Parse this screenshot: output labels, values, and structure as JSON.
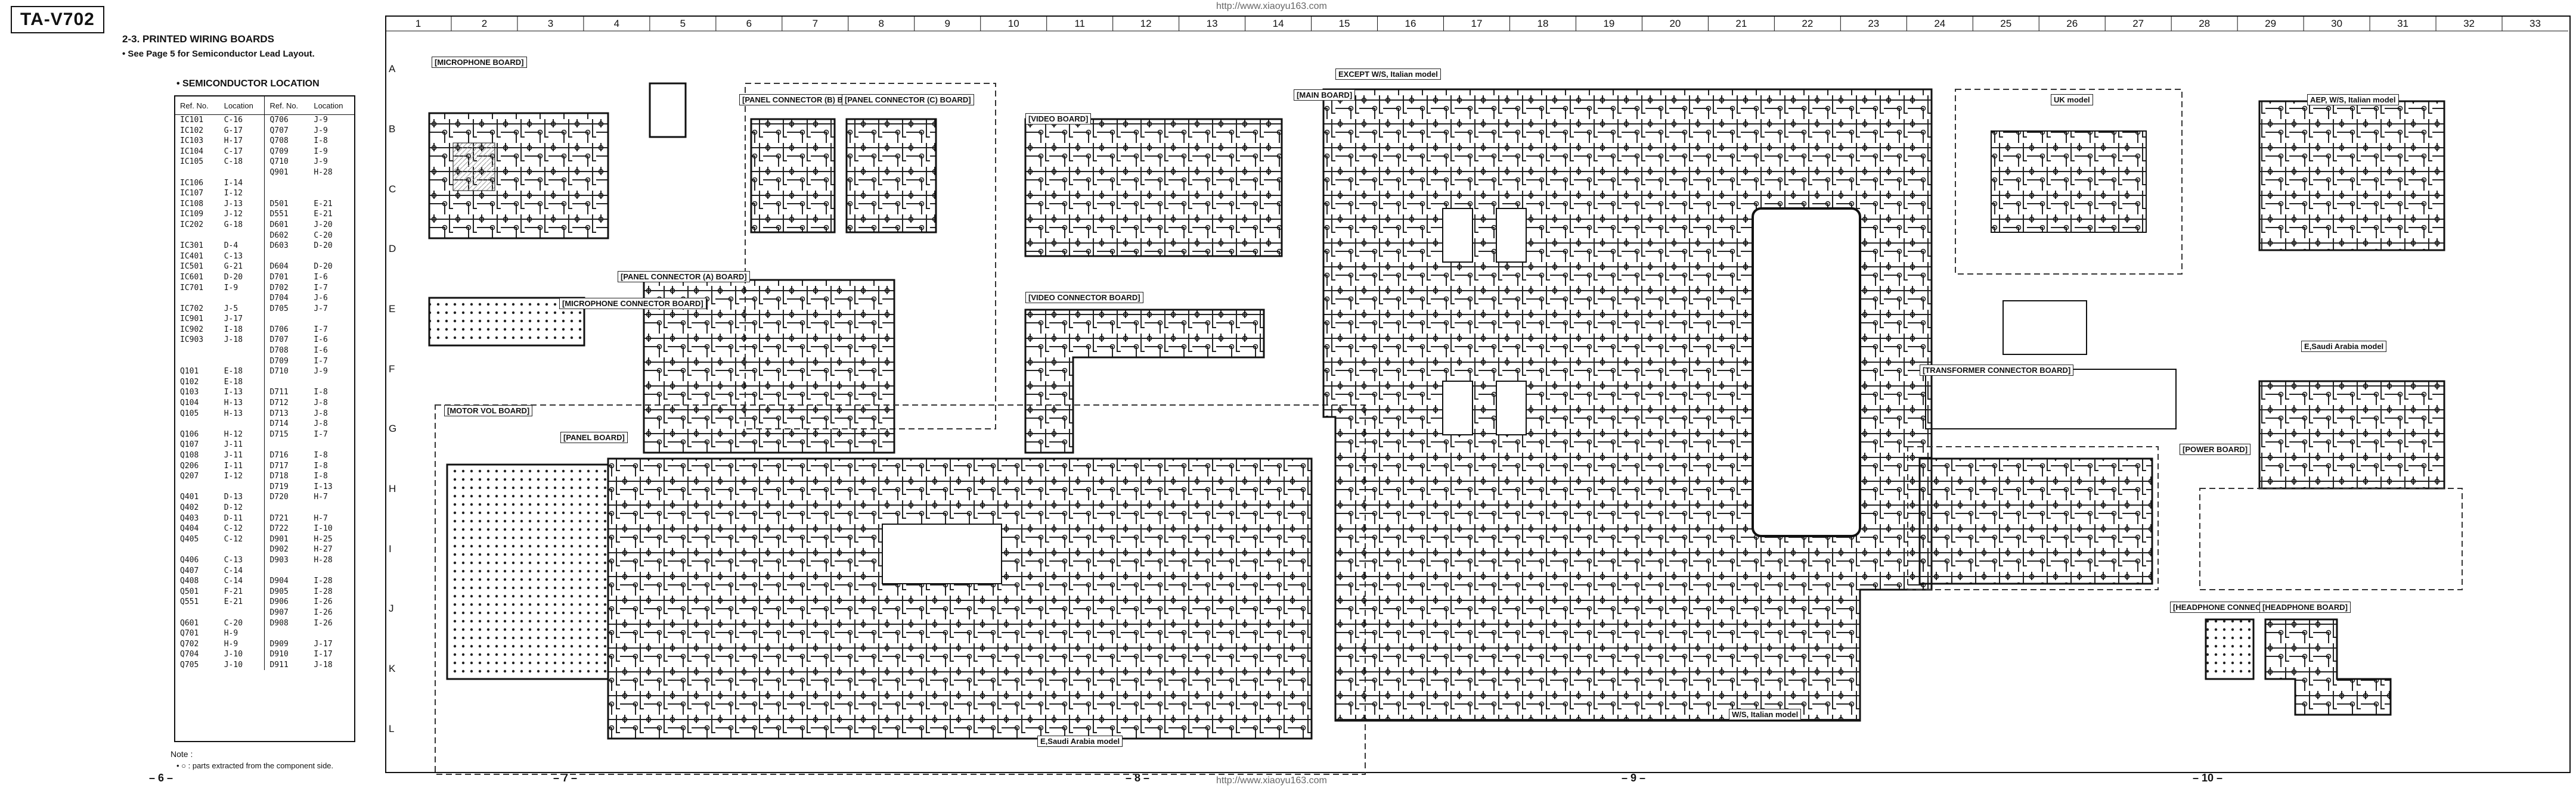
{
  "header": {
    "model": "TA-V702",
    "section_title": "2-3. PRINTED WIRING BOARDS",
    "section_note": "• See Page 5 for Semiconductor Lead Layout."
  },
  "semiconductor": {
    "title": "• SEMICONDUCTOR LOCATION",
    "columns": [
      "Ref. No.",
      "Location",
      "Ref. No.",
      "Location"
    ],
    "rows": [
      [
        "IC101",
        "C-16",
        "Q706",
        "J-9"
      ],
      [
        "IC102",
        "G-17",
        "Q707",
        "J-9"
      ],
      [
        "IC103",
        "H-17",
        "Q708",
        "I-8"
      ],
      [
        "IC104",
        "C-17",
        "Q709",
        "I-9"
      ],
      [
        "IC105",
        "C-18",
        "Q710",
        "J-9"
      ],
      [
        "",
        "",
        "Q901",
        "H-28"
      ],
      [
        "IC106",
        "I-14",
        "",
        ""
      ],
      [
        "IC107",
        "I-12",
        "",
        ""
      ],
      [
        "IC108",
        "J-13",
        "D501",
        "E-21"
      ],
      [
        "IC109",
        "J-12",
        "D551",
        "E-21"
      ],
      [
        "IC202",
        "G-18",
        "D601",
        "J-20"
      ],
      [
        "",
        "",
        "D602",
        "C-20"
      ],
      [
        "IC301",
        "D-4",
        "D603",
        "D-20"
      ],
      [
        "IC401",
        "C-13",
        "",
        ""
      ],
      [
        "IC501",
        "G-21",
        "D604",
        "D-20"
      ],
      [
        "IC601",
        "D-20",
        "D701",
        "I-6"
      ],
      [
        "IC701",
        "I-9",
        "D702",
        "I-7"
      ],
      [
        "",
        "",
        "D704",
        "J-6"
      ],
      [
        "IC702",
        "J-5",
        "D705",
        "J-7"
      ],
      [
        "IC901",
        "J-17",
        "",
        ""
      ],
      [
        "IC902",
        "I-18",
        "D706",
        "I-7"
      ],
      [
        "IC903",
        "J-18",
        "D707",
        "I-6"
      ],
      [
        "",
        "",
        "D708",
        "I-6"
      ],
      [
        "",
        "",
        "D709",
        "I-7"
      ],
      [
        "Q101",
        "E-18",
        "D710",
        "J-9"
      ],
      [
        "Q102",
        "E-18",
        "",
        ""
      ],
      [
        "Q103",
        "I-13",
        "D711",
        "I-8"
      ],
      [
        "Q104",
        "H-13",
        "D712",
        "J-8"
      ],
      [
        "Q105",
        "H-13",
        "D713",
        "J-8"
      ],
      [
        "",
        "",
        "D714",
        "J-8"
      ],
      [
        "Q106",
        "H-12",
        "D715",
        "I-7"
      ],
      [
        "Q107",
        "J-11",
        "",
        ""
      ],
      [
        "Q108",
        "J-11",
        "D716",
        "I-8"
      ],
      [
        "Q206",
        "I-11",
        "D717",
        "I-8"
      ],
      [
        "Q207",
        "I-12",
        "D718",
        "I-8"
      ],
      [
        "",
        "",
        "D719",
        "I-13"
      ],
      [
        "Q401",
        "D-13",
        "D720",
        "H-7"
      ],
      [
        "Q402",
        "D-12",
        "",
        ""
      ],
      [
        "Q403",
        "D-11",
        "D721",
        "H-7"
      ],
      [
        "Q404",
        "C-12",
        "D722",
        "I-10"
      ],
      [
        "Q405",
        "C-12",
        "D901",
        "H-25"
      ],
      [
        "",
        "",
        "D902",
        "H-27"
      ],
      [
        "Q406",
        "C-13",
        "D903",
        "H-28"
      ],
      [
        "Q407",
        "C-14",
        "",
        ""
      ],
      [
        "Q408",
        "C-14",
        "D904",
        "I-28"
      ],
      [
        "Q501",
        "F-21",
        "D905",
        "I-28"
      ],
      [
        "Q551",
        "E-21",
        "D906",
        "I-26"
      ],
      [
        "",
        "",
        "D907",
        "I-26"
      ],
      [
        "Q601",
        "C-20",
        "D908",
        "I-26"
      ],
      [
        "Q701",
        "H-9",
        "",
        ""
      ],
      [
        "Q702",
        "H-9",
        "D909",
        "J-17"
      ],
      [
        "Q704",
        "J-10",
        "D910",
        "I-17"
      ],
      [
        "Q705",
        "J-10",
        "D911",
        "J-18"
      ]
    ]
  },
  "notes": {
    "label": "Note :",
    "text": "• ○ : parts extracted from the component side."
  },
  "page_numbers": [
    "– 6 –",
    "– 7 –",
    "– 8 –",
    "– 9 –",
    "– 10 –"
  ],
  "watermark_url": "http://www.xiaoyu163.com",
  "grid": {
    "columns": [
      "1",
      "2",
      "3",
      "4",
      "5",
      "6",
      "7",
      "8",
      "9",
      "10",
      "11",
      "12",
      "13",
      "14",
      "15",
      "16",
      "17",
      "18",
      "19",
      "20",
      "21",
      "22",
      "23",
      "24",
      "25",
      "26",
      "27",
      "28",
      "29",
      "30",
      "31",
      "32",
      "33"
    ],
    "rows": [
      "A",
      "B",
      "C",
      "D",
      "E",
      "F",
      "G",
      "H",
      "I",
      "J",
      "K",
      "L"
    ]
  },
  "boards": {
    "microphone": "[MICROPHONE BOARD]",
    "panel_b": "[PANEL CONNECTOR (B) BOARD]",
    "panel_c": "[PANEL CONNECTOR (C) BOARD]",
    "video": "[VIDEO BOARD]",
    "main": "[MAIN BOARD]",
    "panel_a": "[PANEL CONNECTOR (A) BOARD]",
    "mic_conn": "[MICROPHONE CONNECTOR BOARD]",
    "video_conn": "[VIDEO CONNECTOR BOARD]",
    "motor_vol": "[MOTOR VOL BOARD]",
    "panel": "[PANEL BOARD]",
    "transformer_conn": "[TRANSFORMER CONNECTOR BOARD]",
    "power": "[POWER BOARD]",
    "headphone_conn": "[HEADPHONE CONNECTOR BOARD]",
    "headphone": "[HEADPHONE BOARD]",
    "uk": "UK model",
    "aep": "AEP, W/S, Italian model",
    "saudi1": "E,Saudi Arabia model",
    "saudi2": "E,Saudi Arabia model",
    "except_ws": "EXCEPT W/S, Italian model",
    "ws_italian": "W/S, Italian model"
  },
  "colors": {
    "ink": "#111111",
    "trace": "#1a1a1a",
    "board_fill": "#d8d8d8",
    "copper": "#9a9a9a"
  }
}
